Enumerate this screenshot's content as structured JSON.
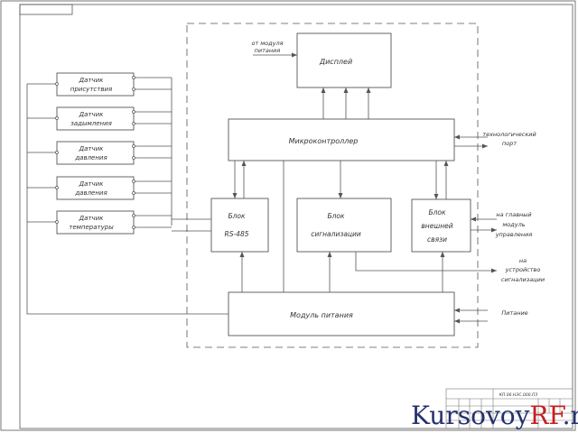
{
  "diagram": {
    "blocks": {
      "display": "Дисплей",
      "microcontroller": "Микроконтроллер",
      "rs485": [
        "Блок",
        "RS-485"
      ],
      "signaling": [
        "Блок",
        "сигнализации"
      ],
      "external_link": [
        "Блок",
        "внешней",
        "связи"
      ],
      "power_module": "Модуль питания"
    },
    "sensors": [
      [
        "Датчик",
        "присутствия"
      ],
      [
        "Датчик",
        "задымления"
      ],
      [
        "Датчик",
        "давления"
      ],
      [
        "Датчик",
        "давления"
      ],
      [
        "Датчик",
        "температуры"
      ]
    ],
    "labels": {
      "from_power": [
        "от модуля",
        "питания"
      ],
      "tech_port": [
        "технологический",
        "порт"
      ],
      "main_control": [
        "на главный",
        "модуль",
        "управления"
      ],
      "signal_device": [
        "на",
        "устройство",
        "сигнализации"
      ],
      "power_in": "Питание"
    }
  },
  "title_block": {
    "code": "КП.06.НЭС.000.ПЗ"
  },
  "watermark": {
    "part1": "Kursovoy",
    "part2": "RF",
    "part3": ".ru"
  }
}
